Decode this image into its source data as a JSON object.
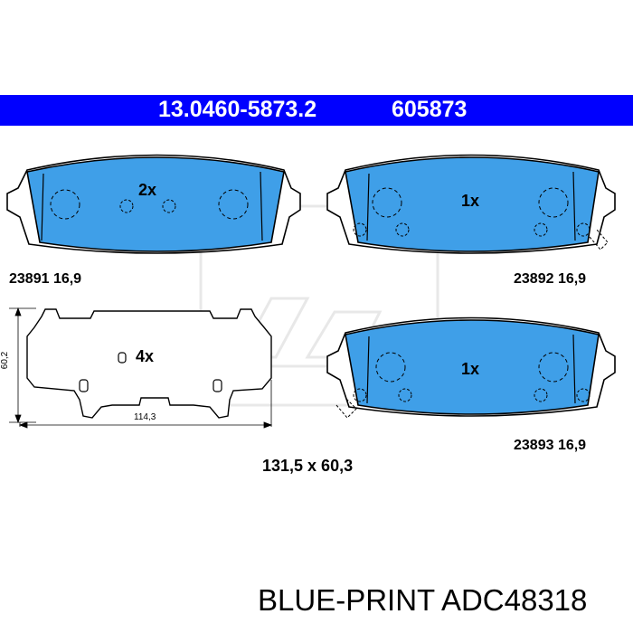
{
  "header": {
    "part_number": "13.0460-5873.2",
    "ref_number": "605873"
  },
  "pads": [
    {
      "quantity": "2x",
      "label": "23891 16,9"
    },
    {
      "quantity": "1x",
      "label": "23892 16,9"
    },
    {
      "quantity": "1x",
      "label": "23893 16,9"
    }
  ],
  "shim": {
    "quantity": "4x",
    "height_dim": "60,2",
    "width_dim": "114,3"
  },
  "pad_size": "131,5 x 60,3",
  "brand": "BLUE-PRINT ADC48318",
  "colors": {
    "banner": "#0000ff",
    "pad_fill": "#3f9fe8",
    "outline": "#000000"
  }
}
